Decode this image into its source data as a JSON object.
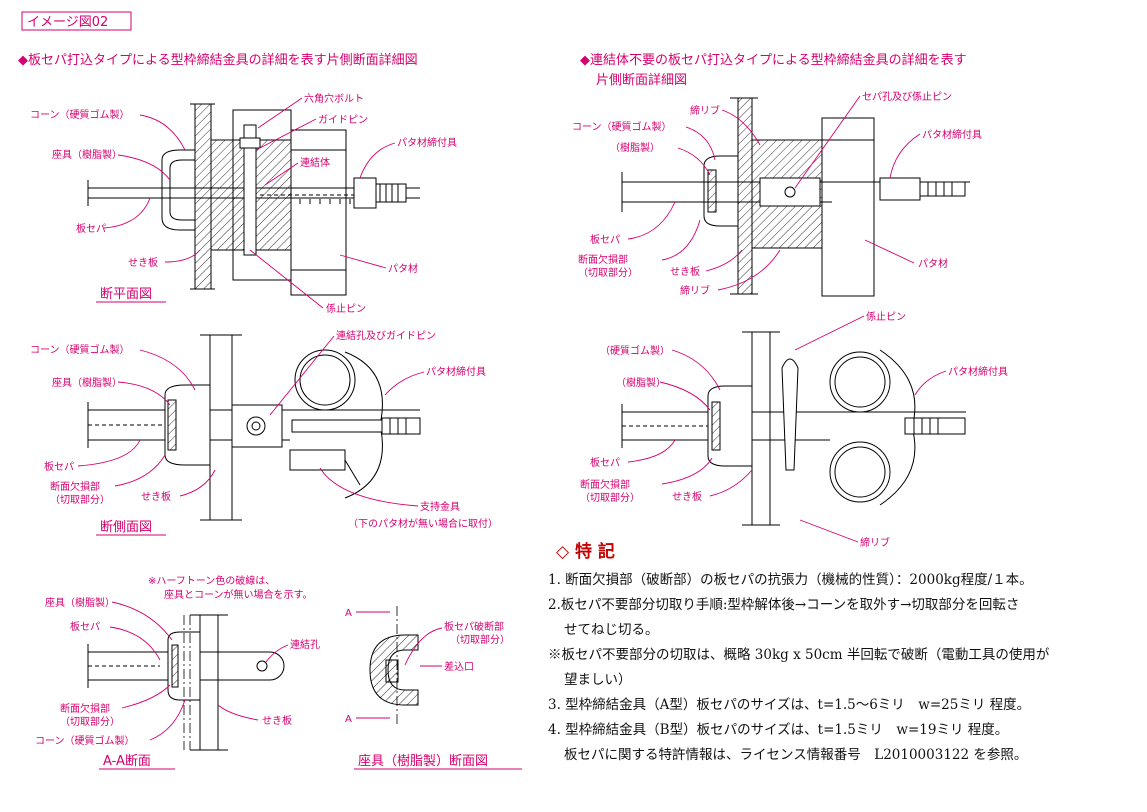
{
  "header": {
    "tag": "イメージ図02",
    "left_title": "◆板セパ打込タイプによる型枠締結金具の詳細を表す片側断面詳細図",
    "right_title_line1": "◆連結体不要の板セパ打込タイプによる型枠締結金具の詳細を表す",
    "right_title_line2": "片側断面詳細図"
  },
  "view1": {
    "caption": "断平面図",
    "labels": {
      "bolt": "六角穴ボルト",
      "guide_pin": "ガイドピン",
      "cone": "コーン（硬質ゴム製）",
      "base": "座具（樹脂製）",
      "connector": "連結体",
      "clamp": "パタ材締付具",
      "plate_sepa": "板セパ",
      "seki_ita": "せき板",
      "pata": "パタ材",
      "stop_pin": "係止ピン"
    }
  },
  "view2": {
    "caption": "断側面図",
    "labels": {
      "hole_pin": "連結孔及びガイドピン",
      "cone": "コーン（硬質ゴム製）",
      "base": "座具（樹脂製）",
      "clamp": "パタ材締付具",
      "plate_sepa": "板セパ",
      "defect": "断面欠損部",
      "defect_sub": "（切取部分）",
      "seki_ita": "せき板",
      "support": "支持金具",
      "support_sub": "（下のパタ材が無い場合に取付）"
    }
  },
  "view3": {
    "caption": "A-A断面",
    "note_line1": "※ハーフトーン色の破線は、",
    "note_line2": "座具とコーンが無い場合を示す。",
    "labels": {
      "base": "座具（樹脂製）",
      "plate_sepa": "板セパ",
      "hole": "連結孔",
      "defect": "断面欠損部",
      "defect_sub": "（切取部分）",
      "seki_ita": "せき板",
      "cone": "コーン（硬質ゴム製）",
      "a_mark": "A"
    }
  },
  "view4": {
    "caption": "座具（樹脂製）断面図",
    "labels": {
      "defect": "板セパ破断部",
      "defect_sub": "（切取部分）",
      "inlet": "差込口"
    }
  },
  "view5": {
    "labels": {
      "stop_hole": "セパ孔及び係止ピン",
      "rib": "締リブ",
      "cone": "コーン（硬質ゴム製）",
      "base": "（樹脂製）",
      "clamp": "パタ材締付具",
      "plate_sepa": "板セパ",
      "defect": "断面欠損部",
      "defect_sub": "（切取部分）",
      "seki_ita": "せき板",
      "pata": "パタ材",
      "rib2": "締リブ"
    }
  },
  "view6": {
    "labels": {
      "stop_pin": "係止ピン",
      "cone": "（硬質ゴム製）",
      "base": "（樹脂製）",
      "clamp": "パタ材締付具",
      "plate_sepa": "板セパ",
      "defect": "断面欠損部",
      "defect_sub": "（切取部分）",
      "seki_ita": "せき板",
      "rib": "締リブ"
    }
  },
  "notes": {
    "heading": "◇ 特 記",
    "lines": [
      "1. 断面欠損部（破断部）の板セパの抗張力（機械的性質）：2000kg程度/１本。",
      "2.板セパ不要部分切取り手順:型枠解体後→コーンを取外す→切取部分を回転さ",
      "せてねじ切る。",
      "※板セパ不要部分の切取は、概略 30kg x 50cm 半回転で破断（電動工具の使用が",
      "望ましい）",
      "3. 型枠締結金具（A型）板セパのサイズは、t=1.5～6ミリ　w=25ミリ 程度。",
      "4. 型枠締結金具（B型）板セパのサイズは、t=1.5ミリ　w=19ミリ 程度。",
      "板セパに関する特許情報は、ライセンス情報番号　L2010003122 を参照。"
    ]
  },
  "colors": {
    "label": "#d6006e",
    "heading": "#c40000",
    "line": "#000000"
  }
}
